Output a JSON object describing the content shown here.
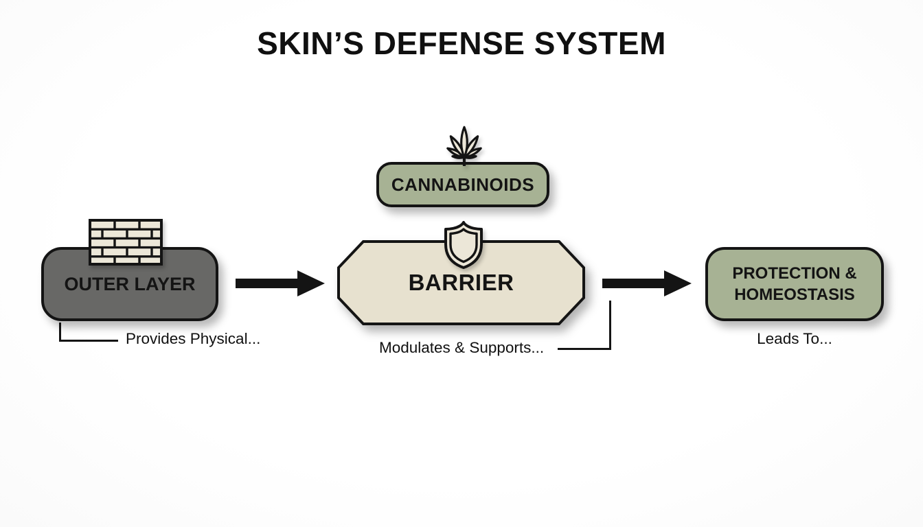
{
  "title": "SKIN’S DEFENSE SYSTEM",
  "nodes": {
    "outer_layer": {
      "label": "OUTER LAYER",
      "caption": "Provides Physical..."
    },
    "cannabinoids": {
      "label": "CANNABINOIDS"
    },
    "barrier": {
      "label": "BARRIER",
      "caption": "Modulates & Supports..."
    },
    "protection": {
      "label": "PROTECTION & HOMEOSTASIS",
      "caption": "Leads To..."
    }
  },
  "icons": {
    "outer_layer": "brick-wall-icon",
    "cannabinoids": "cannabis-leaf-icon",
    "barrier": "shield-icon",
    "flow": "arrow-right-icon"
  },
  "colors": {
    "background": "#fcfcfc",
    "green_box": "#a7b294",
    "gray_box": "#686866",
    "beige_box": "#e7e1cf",
    "icon_fill": "#ece7d8",
    "outline": "#141414",
    "text": "#101010"
  }
}
